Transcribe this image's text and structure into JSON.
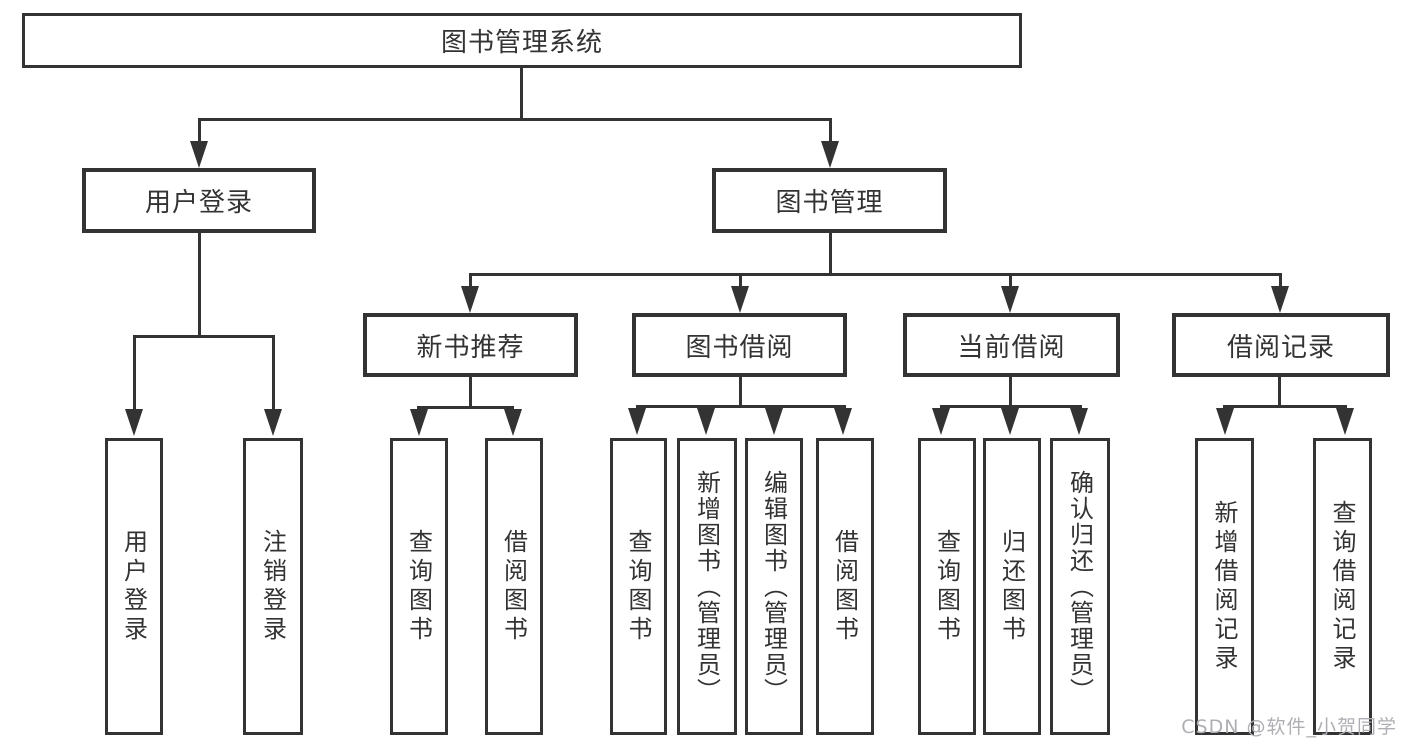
{
  "diagram": {
    "root": {
      "label": "图书管理系统"
    },
    "level2": [
      {
        "label": "用户登录",
        "children": [
          {
            "label": "用户登录"
          },
          {
            "label": "注销登录"
          }
        ]
      },
      {
        "label": "图书管理",
        "children": [
          {
            "label": "新书推荐",
            "children": [
              {
                "label": "查询图书"
              },
              {
                "label": "借阅图书"
              }
            ]
          },
          {
            "label": "图书借阅",
            "children": [
              {
                "label": "查询图书"
              },
              {
                "label": "新增图书（管理员）"
              },
              {
                "label": "编辑图书（管理员）"
              },
              {
                "label": "借阅图书"
              }
            ]
          },
          {
            "label": "当前借阅",
            "children": [
              {
                "label": "查询图书"
              },
              {
                "label": "归还图书"
              },
              {
                "label": "确认归还（管理员）"
              }
            ]
          },
          {
            "label": "借阅记录",
            "children": [
              {
                "label": "新增借阅记录"
              },
              {
                "label": "查询借阅记录"
              }
            ]
          }
        ]
      }
    ]
  },
  "watermark": {
    "text": "CSDN @软件_小贺同学"
  },
  "colors": {
    "line": "#333333",
    "text": "#333333",
    "background": "#ffffff",
    "watermark": "#b0aeb4"
  }
}
